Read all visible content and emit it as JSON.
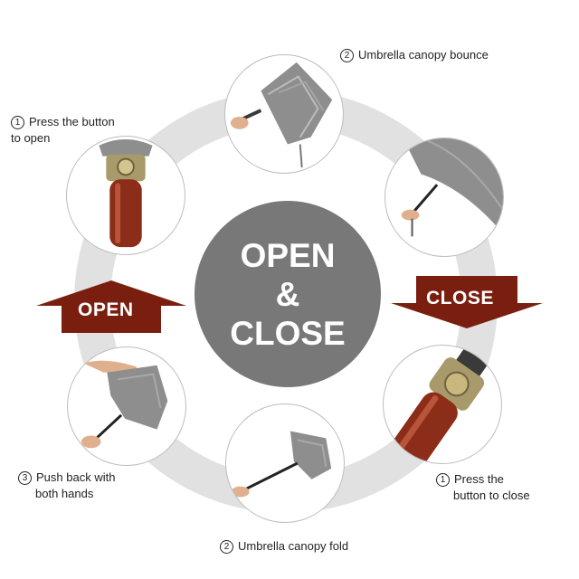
{
  "center": {
    "line1": "OPEN",
    "line2": "&",
    "line3": "CLOSE"
  },
  "arrows": {
    "open_label": "OPEN",
    "close_label": "CLOSE",
    "color": "#7a1f10"
  },
  "steps": {
    "press_open": {
      "num": "1",
      "line1": "Press the button",
      "line2": "to open"
    },
    "bounce": {
      "num": "2",
      "line1": "Umbrella canopy bounce"
    },
    "push_back": {
      "num": "3",
      "line1": "Push back with",
      "line2": "both hands"
    },
    "fold": {
      "num": "2",
      "line1": "Umbrella canopy fold"
    },
    "press_close": {
      "num": "1",
      "line1": "Press the",
      "line2": "button to close"
    }
  },
  "colors": {
    "ring": "#e1e1e1",
    "center": "#787878",
    "canopy": "#8e8e8e",
    "handle_wood": "#8b2d18",
    "button_gold": "#a89a6a"
  }
}
